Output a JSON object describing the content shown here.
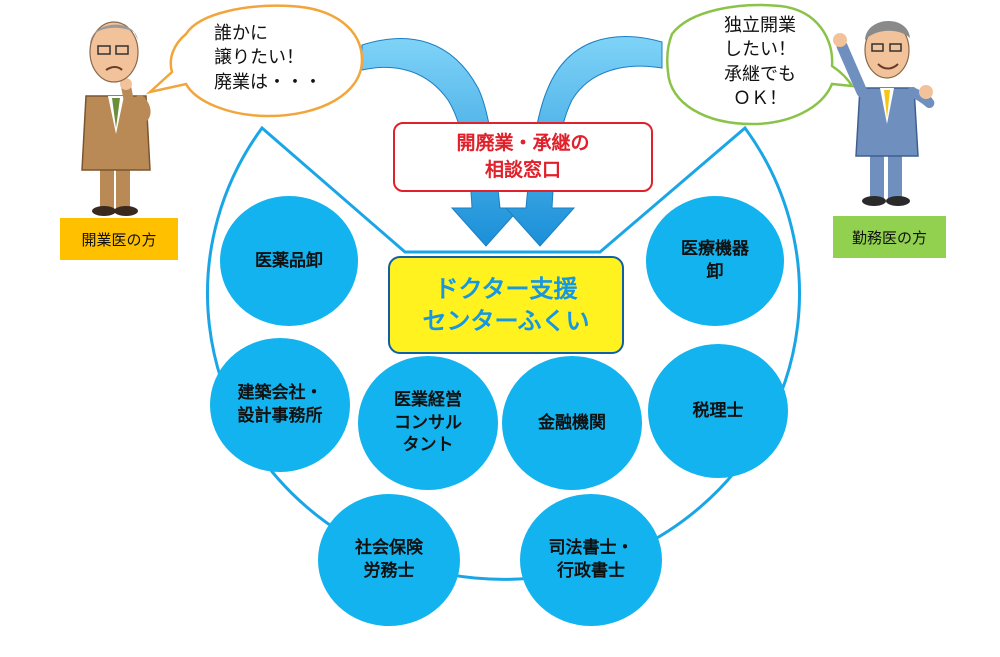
{
  "left_person": {
    "label": "開業医の方",
    "speech": "誰かに\n譲りたい！\n廃業は・・・"
  },
  "right_person": {
    "label": "勤務医の方",
    "speech": "独立開業\nしたい！\n承継でも\nＯＫ！"
  },
  "consult_box": "開廃業・承継の\n相談窓口",
  "center_box": "ドクター支援\nセンターふくい",
  "partners": [
    "医薬品卸",
    "医療機器\n卸",
    "建築会社・\n設計事務所",
    "医業経営\nコンサル\nタント",
    "金融機関",
    "税理士",
    "社会保険\n労務士",
    "司法書士・\n行政書士"
  ],
  "colors": {
    "circle": "#12b3ee",
    "bowl_stroke": "#1aa6e6",
    "center_fill": "#fff21f",
    "center_text": "#1697e3",
    "consult_border": "#e0202a",
    "left_label_bg": "#ffc000",
    "right_label_bg": "#92d050",
    "left_bubble_border": "#f2a53b",
    "right_bubble_border": "#8bc34a"
  }
}
